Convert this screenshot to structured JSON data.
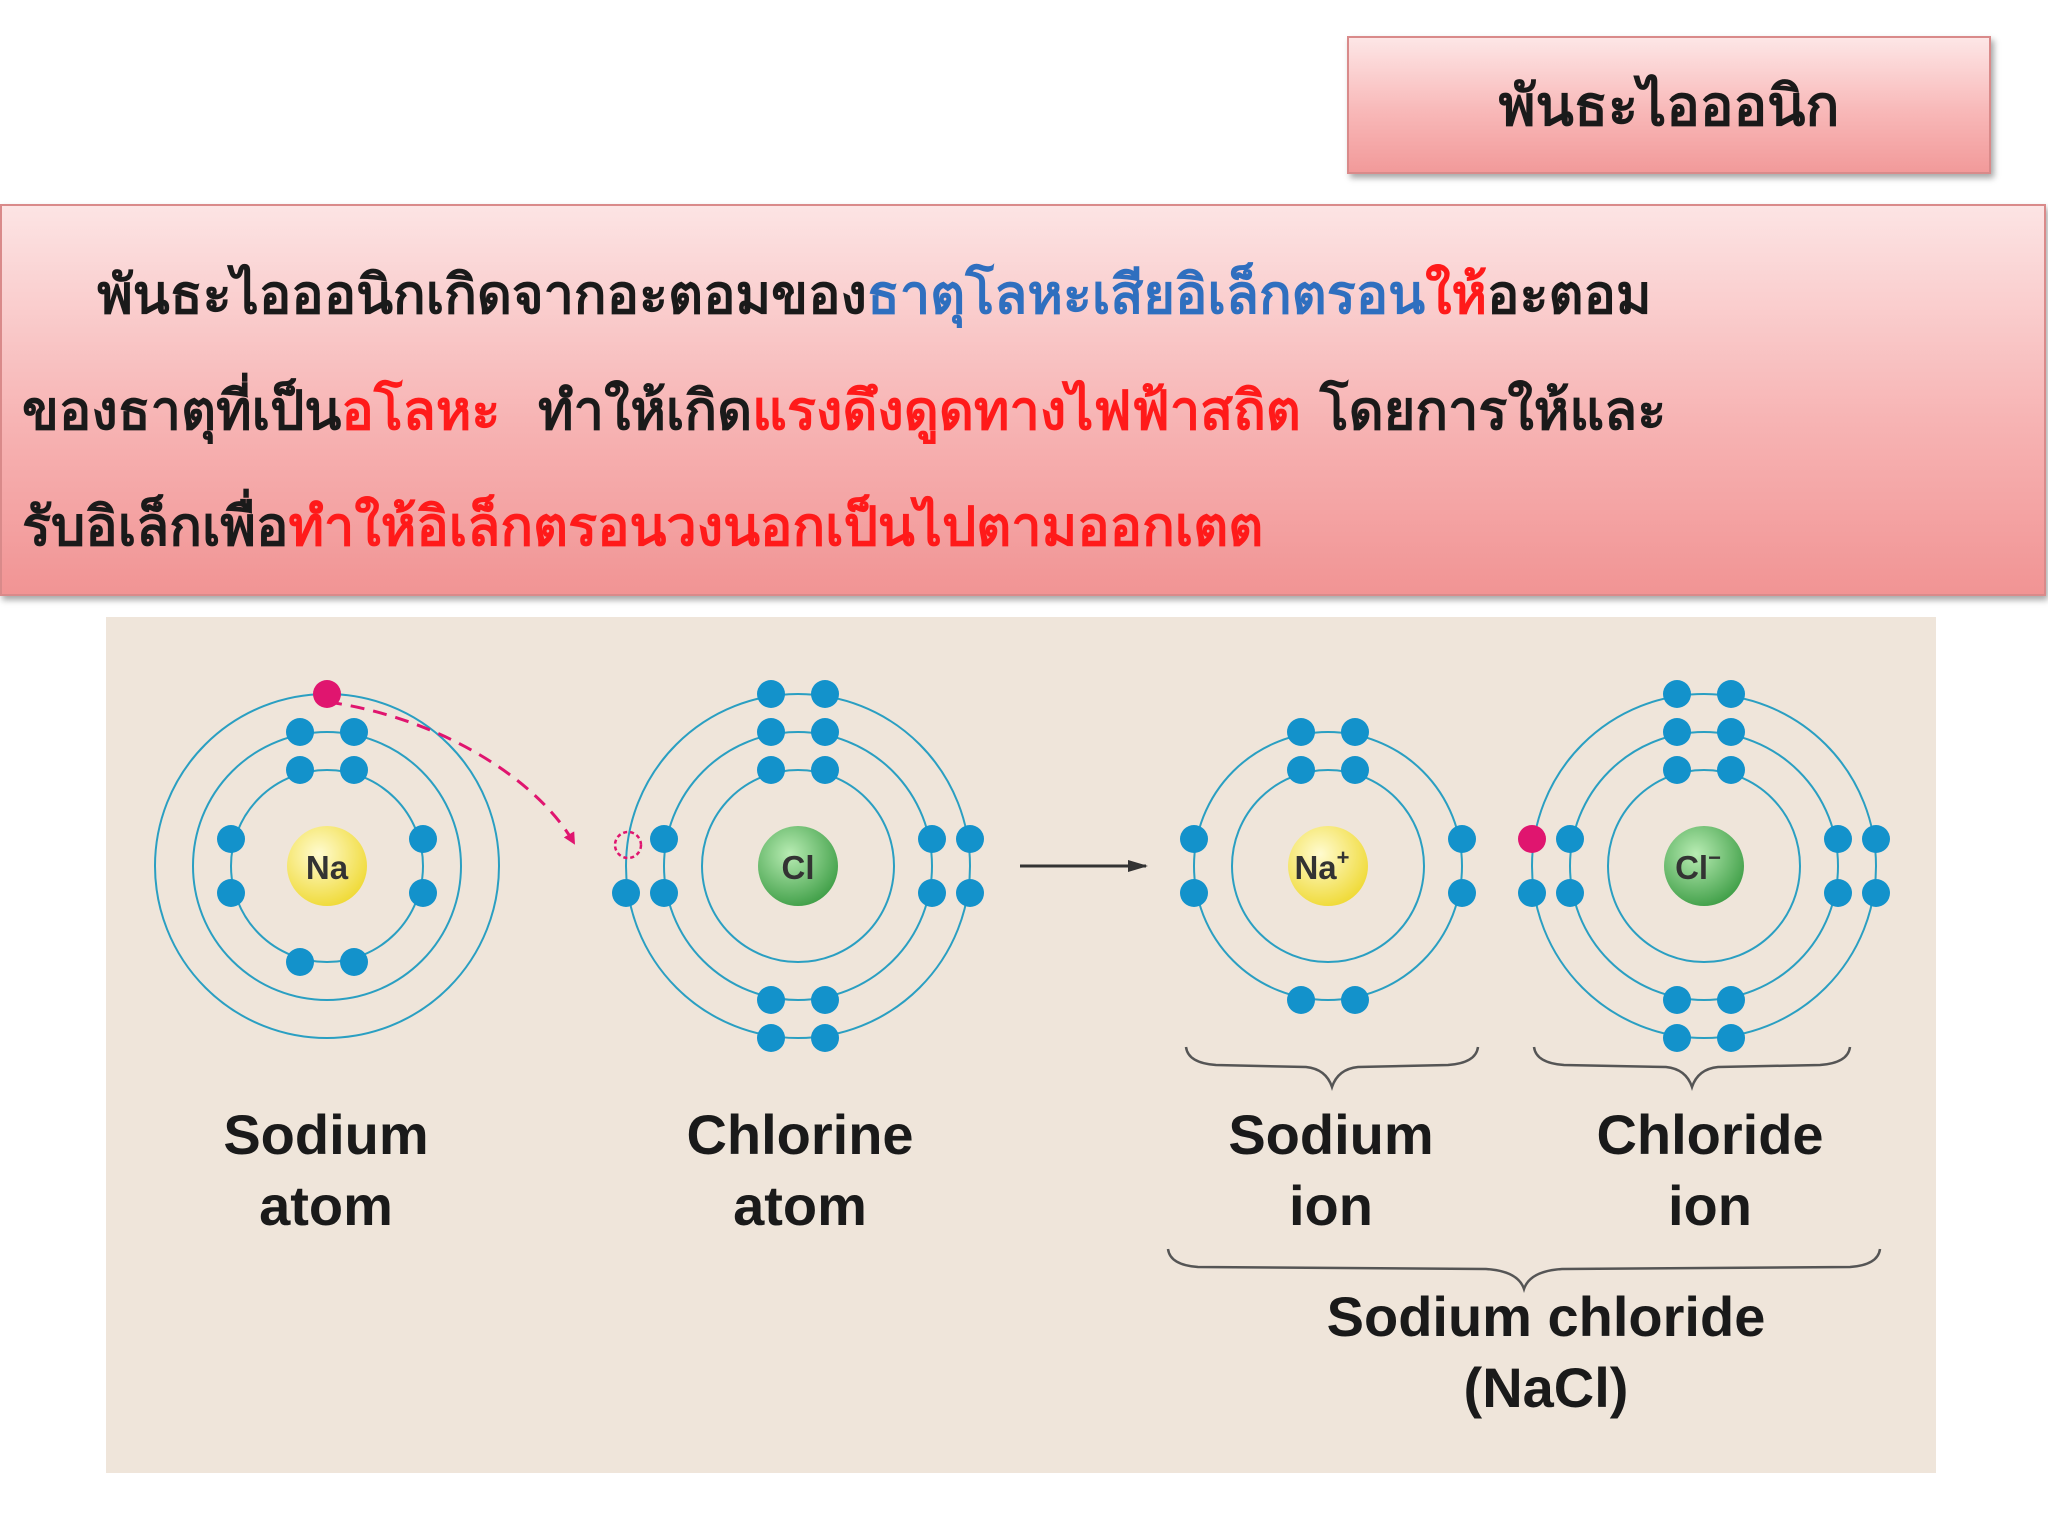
{
  "title": "พันธะไอออนิก",
  "paragraph": {
    "line1": {
      "indent": "    ",
      "p1": "พันธะไอออนิกเกิดจากอะตอมของ",
      "p2_blue": "ธาตุโลหะเสียอิเล็กตรอน",
      "p3_red": "ให้",
      "p4": "อะตอม"
    },
    "line2": {
      "p1": "ของธาตุที่เป็น",
      "p2_red": "อโลหะ",
      "p3": "  ทำให้เกิด",
      "p4_red": "แรงดึงดูดทางไฟฟ้าสถิต",
      "p5": " โดยการให้และ"
    },
    "line3": {
      "p1": "รับอิเล็กเพื่อ",
      "p2_red": "ทำให้อิเล็กตรอนวงนอกเป็นไปตามออกเตต"
    }
  },
  "diagram": {
    "atoms": [
      {
        "symbol": "Na",
        "label1": "Sodium",
        "label2": "atom"
      },
      {
        "symbol": "Cl",
        "label1": "Chlorine",
        "label2": "atom"
      },
      {
        "symbol": "Na",
        "sup": "+",
        "label1": "Sodium",
        "label2": "ion"
      },
      {
        "symbol": "Cl",
        "sup": "−",
        "label1": "Chloride",
        "label2": "ion"
      }
    ],
    "compound_label1": "Sodium chloride",
    "compound_label2": "(NaCl)",
    "colors": {
      "background": "#efe5da",
      "shell": "#2a9fc2",
      "electron": "#1392cb",
      "transferred_electron": "#e0156f",
      "sodium_nucleus": "#f5e454",
      "chlorine_nucleus": "#5cb85c"
    }
  }
}
